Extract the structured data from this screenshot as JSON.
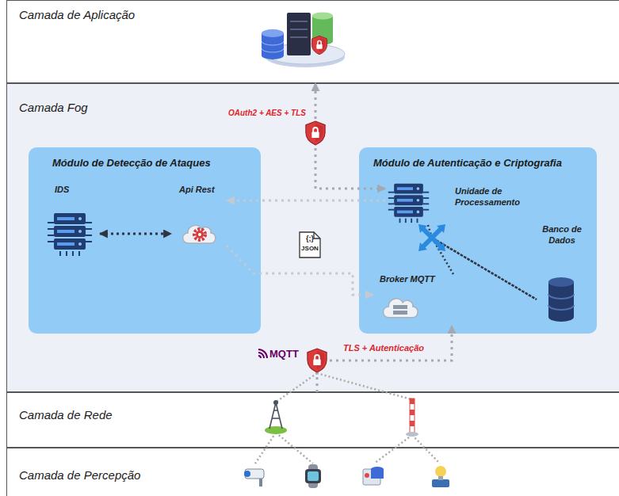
{
  "diagram": {
    "nodes": [
      {
        "text": [
          "Camada de Aplicação"
        ]
      },
      {
        "text": [
          "Camada Fog"
        ]
      },
      {
        "text": [
          "Módulo de Detecção de Ataques"
        ],
        "in": 1
      },
      {
        "text": [
          "IDS"
        ],
        "in": 2
      },
      {
        "text": [
          "Api Rest"
        ],
        "in": 2
      },
      {
        "text": [
          "Módulo de Autenticação e Criptografia"
        ],
        "in": 1
      },
      {
        "text": [
          "Unidade de Processamento"
        ],
        "in": 5
      },
      {
        "text": [
          "Broker MQTT"
        ],
        "in": 5
      },
      {
        "text": [
          "Banco de Dados"
        ],
        "in": 5
      },
      {
        "text": [
          "Camada de Rede"
        ]
      },
      {
        "text": [
          "Camada de Percepção"
        ]
      }
    ],
    "edges": [
      {
        "from": 3,
        "to": 4,
        "arrow": "both"
      },
      {
        "from": 6,
        "to": 4,
        "arrow": "to"
      },
      {
        "from": 4,
        "to": 7,
        "arrow": "to"
      },
      {
        "from": 6,
        "to": 0,
        "label": "OAuth2 + AES + TLS",
        "arrow": "both"
      },
      {
        "from": 9,
        "to": 7,
        "label": "TLS + Autenticação",
        "arrow": "to"
      },
      {
        "from": 6,
        "to": 8,
        "arrow": "none"
      },
      {
        "from": 7,
        "to": 8,
        "arrow": "none"
      }
    ],
    "labels": [
      "{;}",
      "JSON",
      "MQTT"
    ]
  }
}
